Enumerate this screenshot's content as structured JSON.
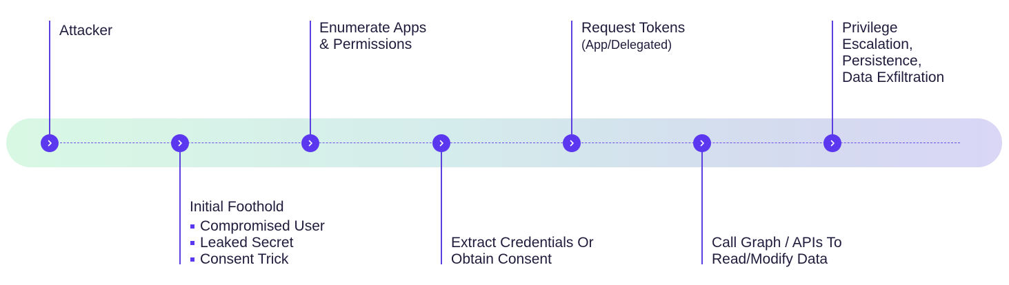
{
  "steps": [
    {
      "lines": [
        "Attacker"
      ]
    },
    {
      "title": "Initial Foothold",
      "bullets": [
        "Compromised User",
        "Leaked Secret",
        "Consent Trick"
      ]
    },
    {
      "lines": [
        "Enumerate Apps",
        "& Permissions"
      ]
    },
    {
      "lines": [
        "Extract Credentials Or",
        "Obtain Consent"
      ]
    },
    {
      "lines": [
        "Request Tokens"
      ],
      "sub": "(App/Delegated)"
    },
    {
      "lines": [
        "Call Graph / APIs To",
        "Read/Modify Data"
      ]
    },
    {
      "lines": [
        "Privilege",
        "Escalation,",
        "Persistence,",
        "Data Exfiltration"
      ]
    }
  ],
  "colors": {
    "accent": "#5b37ef",
    "band_start": "#d9f8e4",
    "band_end": "#d9d6f6"
  },
  "icons": {
    "node": "chevron-right-icon"
  }
}
